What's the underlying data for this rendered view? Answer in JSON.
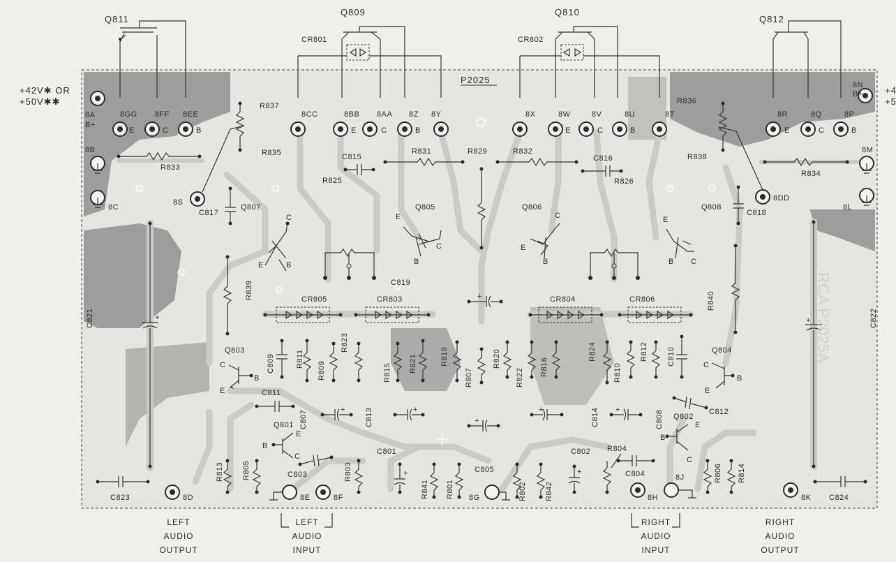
{
  "board": {
    "title": "P2025",
    "supply_line1": "+42V✱ OR",
    "supply_line2": "+50V✱✱",
    "supply_right_cut1": "+4",
    "supply_right_cut2": "+5"
  },
  "top_transistors": {
    "q811": "Q811",
    "q809": "Q809",
    "q810": "Q810",
    "q812": "Q812",
    "cr801": "CR801",
    "cr802": "CR802"
  },
  "terminals": {
    "t8a": "8A",
    "t8a_sub": "B+",
    "t8gg": "8GG",
    "t8ff": "8FF",
    "t8ee": "8EE",
    "t8cc": "8CC",
    "t8bb": "8BB",
    "t8aa": "8AA",
    "t8z": "8Z",
    "t8y": "8Y",
    "t8x": "8X",
    "t8w": "8W",
    "t8v": "8V",
    "t8u": "8U",
    "t8t": "8T",
    "t8r": "8R",
    "t8q": "8Q",
    "t8p": "8P",
    "t8n": "8N",
    "t8n_sub": "B+",
    "t8b": "8B",
    "t8c": "8C",
    "t8s": "8S",
    "t8m": "8M",
    "t8l": "8L",
    "t8dd": "8DD",
    "t8d": "8D",
    "t8e": "8E",
    "t8f": "8F",
    "t8g": "8G",
    "t8h": "8H",
    "t8j": "8J",
    "t8k": "8K",
    "e": "E",
    "c": "C",
    "b": "B"
  },
  "components": {
    "r837": "R837",
    "r835": "R835",
    "r833": "R833",
    "r836": "R836",
    "r838": "R838",
    "r834": "R834",
    "r831": "R831",
    "r829": "R829",
    "r832": "R832",
    "r825": "R825",
    "r826": "R826",
    "c815": "C815",
    "c816": "C816",
    "c817": "C817",
    "c818": "C818",
    "c819": "C819",
    "c821": "C821",
    "c822": "C822",
    "c823": "C823",
    "c824": "C824",
    "q807": "Q807",
    "q805": "Q805",
    "q806": "Q806",
    "q808": "Q808",
    "q803": "Q803",
    "q804": "Q804",
    "q801": "Q801",
    "q802": "Q802",
    "cr805": "CR805",
    "cr803": "CR803",
    "cr804": "CR804",
    "cr806": "CR806",
    "r839": "R839",
    "r840": "R840",
    "c809": "C809",
    "r811": "R811",
    "r809": "R809",
    "r823": "R823",
    "r815": "R815",
    "r821": "R821",
    "r819": "R819",
    "r807": "R807",
    "r820": "R820",
    "r822": "R822",
    "r816": "R816",
    "r824": "R824",
    "r810": "R810",
    "r812": "R812",
    "c810": "C810",
    "c811": "C811",
    "c807": "C807",
    "c813": "C813",
    "c814": "C814",
    "c808": "C808",
    "c812": "C812",
    "c801": "C801",
    "c802": "C802",
    "c803": "C803",
    "c804": "C804",
    "c805": "C805",
    "r804": "R804",
    "r813": "R813",
    "r805": "R805",
    "r803": "R803",
    "r841": "R841",
    "r801": "R801",
    "r802": "R802",
    "r842": "R842",
    "r806": "R806",
    "r814": "R814",
    "plus": "+",
    "stamp": "RCA P2025A"
  },
  "bottom_labels": {
    "left_output": [
      "LEFT",
      "AUDIO",
      "OUTPUT"
    ],
    "left_input": [
      "LEFT",
      "AUDIO",
      "INPUT"
    ],
    "right_input": [
      "RIGHT",
      "AUDIO",
      "INPUT"
    ],
    "right_output": [
      "RIGHT",
      "AUDIO",
      "OUTPUT"
    ]
  }
}
